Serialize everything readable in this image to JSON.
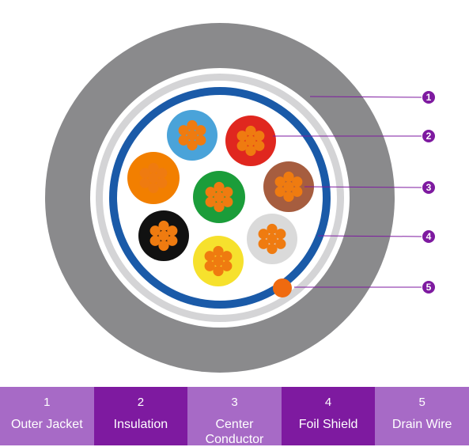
{
  "colors": {
    "jacket": "#8a8a8c",
    "jacket_inner_ring": "#ffffff",
    "grey_ring": "#d4d4d6",
    "white_ring": "#ffffff",
    "foil_shield": "#1a5aa8",
    "core_fill": "#ffffff",
    "strand": "#ef7b10",
    "drain_wire": "#ef6a10",
    "callout": "#7e1aa0",
    "legend_light": "#a76ac6",
    "legend_dark": "#7e1aa0"
  },
  "conductors": [
    {
      "name": "light-blue",
      "color": "#4aa3d9"
    },
    {
      "name": "red",
      "color": "#e0271f"
    },
    {
      "name": "orange",
      "color": "#f27f00"
    },
    {
      "name": "green",
      "color": "#1b9d3a"
    },
    {
      "name": "brown",
      "color": "#a65d3f"
    },
    {
      "name": "black",
      "color": "#111111"
    },
    {
      "name": "light-grey",
      "color": "#dadada"
    },
    {
      "name": "yellow",
      "color": "#f6e12d"
    }
  ],
  "callouts": [
    "1",
    "2",
    "3",
    "4",
    "5"
  ],
  "legend": [
    {
      "num": "1",
      "label": "Outer Jacket",
      "tone": "light"
    },
    {
      "num": "2",
      "label": "Insulation",
      "tone": "dark"
    },
    {
      "num": "3",
      "label": "Center Conductor",
      "tone": "light"
    },
    {
      "num": "4",
      "label": "Foil Shield",
      "tone": "dark"
    },
    {
      "num": "5",
      "label": "Drain Wire",
      "tone": "light"
    }
  ]
}
